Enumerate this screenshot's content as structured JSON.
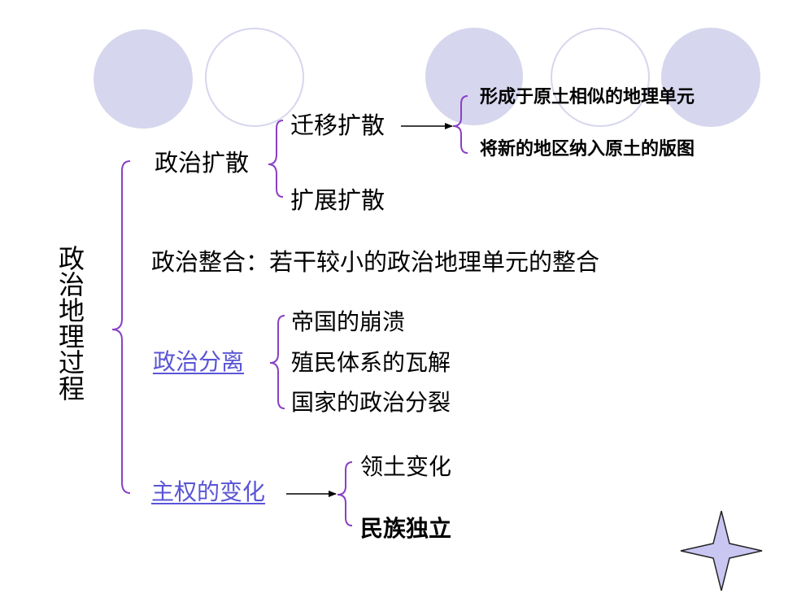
{
  "root": {
    "text": "政治地理过程"
  },
  "diffusion": {
    "label": "政治扩散",
    "migration": {
      "label": "迁移扩散",
      "outcomes": [
        "形成于原土相似的地理单元",
        "将新的地区纳入原土的版图"
      ]
    },
    "expansion": {
      "label": "扩展扩散"
    }
  },
  "integration": {
    "text": "政治整合：若干较小的政治地理单元的整合"
  },
  "separation": {
    "label": "政治分离",
    "items": [
      "帝国的崩溃",
      "殖民体系的瓦解",
      "国家的政治分裂"
    ]
  },
  "sovereignty": {
    "label": "主权的变化",
    "items": [
      "领土变化",
      "民族独立"
    ]
  },
  "colors": {
    "decor": "#d6d6ee",
    "bracket": "#8a3fc4",
    "link": "#5a55d6",
    "star": "#c9c6f2"
  }
}
